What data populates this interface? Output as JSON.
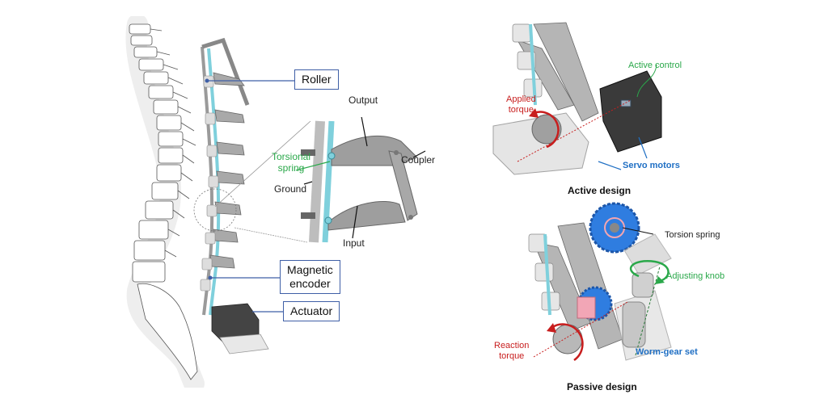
{
  "figure": {
    "left_panel": {
      "callouts": {
        "roller": "Roller",
        "magnetic_encoder": "Magnetic\nencoder",
        "actuator": "Actuator"
      },
      "inset_labels": {
        "output": "Output",
        "coupler": "Coupler",
        "torsional_spring": "Torsional\nspring",
        "ground": "Ground",
        "input": "Input"
      }
    },
    "active_design": {
      "caption": "Active design",
      "labels": {
        "active_control": "Active control",
        "applied_torque": "Applied\ntorque",
        "servo_motors": "Servo motors"
      }
    },
    "passive_design": {
      "caption": "Passive design",
      "labels": {
        "torsion_spring": "Torsion spring",
        "adjusting_knob": "Adjusting knob",
        "reaction_torque": "Reaction\ntorque",
        "worm_gear_set": "Worm-gear set"
      }
    },
    "colors": {
      "callout_border": "#3f5fa6",
      "green_label": "#2aa84a",
      "red_label": "#c81e1e",
      "blue_label": "#1f6fc4",
      "spring_cyan": "#7fd0dc",
      "gear_blue": "#2f7de0",
      "link_gray": "#8a8a8a"
    }
  }
}
